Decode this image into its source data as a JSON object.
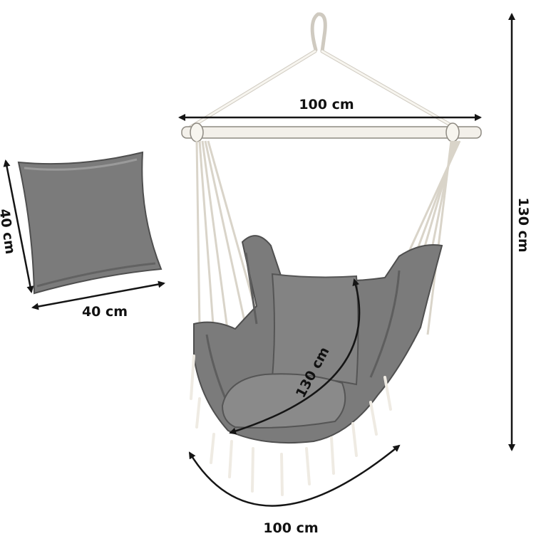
{
  "dimensions": {
    "bar_width": "100 cm",
    "total_height": "130 cm",
    "seat_curve": "130 cm",
    "bottom_width": "100 cm",
    "pillow_height": "40 cm",
    "pillow_width": "40 cm"
  },
  "colors": {
    "fabric": "#7b7b7b",
    "fabric_dark": "#5e5e5e",
    "fabric_light": "#9a9a9a",
    "wood": "#f3f0ea",
    "rope": "#f7f5ef",
    "arrow": "#151515"
  }
}
